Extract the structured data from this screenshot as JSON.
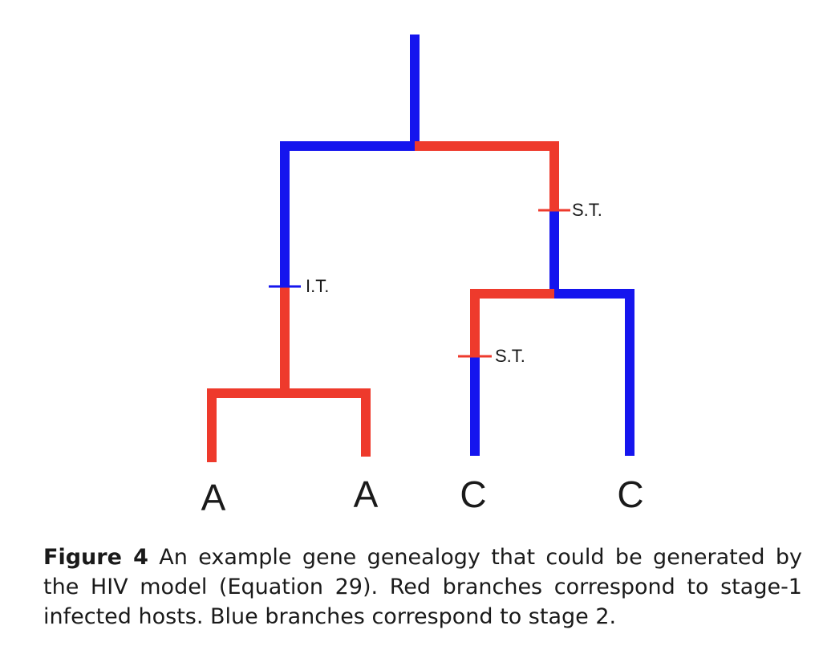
{
  "figure": {
    "colors": {
      "stage1": "#ee3a2c",
      "stage2": "#1515ee"
    },
    "tips": [
      "A",
      "A",
      "C",
      "C"
    ],
    "events": {
      "left_transmission": "I.T.",
      "right_upper_transmission": "S.T.",
      "right_lower_transmission": "S.T."
    }
  },
  "caption": {
    "label": "Figure 4",
    "text": "An example gene genealogy that could be generated by the HIV model (Equation 29). Red branches correspond to stage-1 infected hosts. Blue branches correspond to stage 2."
  }
}
